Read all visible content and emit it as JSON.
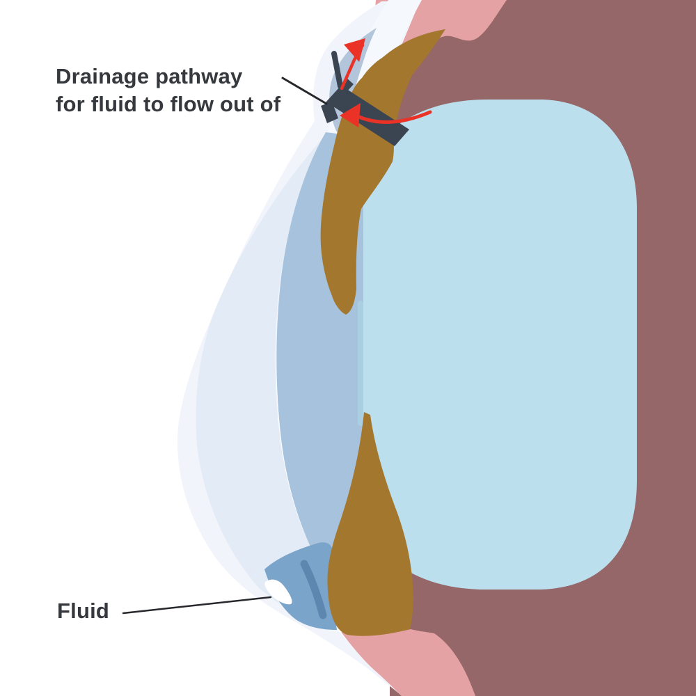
{
  "figure": {
    "title": "Eye cross-section with glaucoma drainage device",
    "labels": {
      "drainage_line1": "Drainage pathway",
      "drainage_line2": "for fluid to flow out of",
      "fluid": "Fluid"
    },
    "icons": {
      "flow_arrow_internal": "red curved arrow pointing left into device tube",
      "flow_arrow_outlet": "red zigzag arrow pointing up-left into bleb"
    }
  },
  "palette": {
    "background": "#ffffff",
    "sclera-light": "#f1f5fb",
    "sclera-strip": "#f5f8fd",
    "cornea": "#e3ebf6",
    "chamber": "#a7c2dc",
    "bleb": "#b2c5da",
    "lens": "#bcdfee",
    "lens-edge": "#aacfe2",
    "iris": "#a3772e",
    "vitreous-mauve": "#966768",
    "tissue-pink": "#e5a2a4",
    "fluid-pool": "#7ba4cb",
    "fluid-streak": "#5e87b0",
    "fluid-highlight": "#ffffff",
    "device": "#3b4552",
    "flow-red": "#ea3227",
    "leader-line": "#26282b",
    "label-text": "#35383c"
  }
}
